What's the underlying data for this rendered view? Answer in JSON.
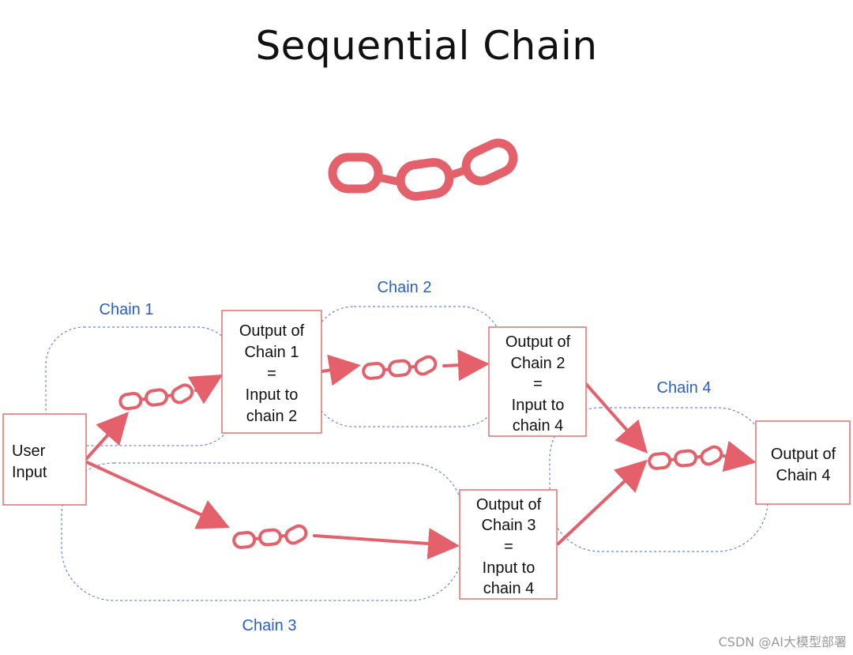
{
  "title": "Sequential Chain",
  "colors": {
    "accent": "#e4606a",
    "box_border": "#e07a7a",
    "group_label": "#2a5fc4",
    "group_border": "#6f86c9"
  },
  "nodes": {
    "user_input": [
      "User",
      "Input"
    ],
    "output1": [
      "Output of",
      "Chain 1",
      "=",
      "Input to",
      "chain 2"
    ],
    "output2": [
      "Output of",
      "Chain 2",
      "=",
      "Input to",
      "chain 4"
    ],
    "output3": [
      "Output of",
      "Chain 3",
      "=",
      "Input to",
      "chain 4"
    ],
    "output4": [
      "Output of",
      "Chain 4"
    ]
  },
  "groups": {
    "chain1": "Chain 1",
    "chain2": "Chain 2",
    "chain3": "Chain 3",
    "chain4": "Chain 4"
  },
  "icons": {
    "hero": "chain-link-icon",
    "step": "chain-link-icon"
  },
  "watermark": "CSDN @AI大模型部署"
}
